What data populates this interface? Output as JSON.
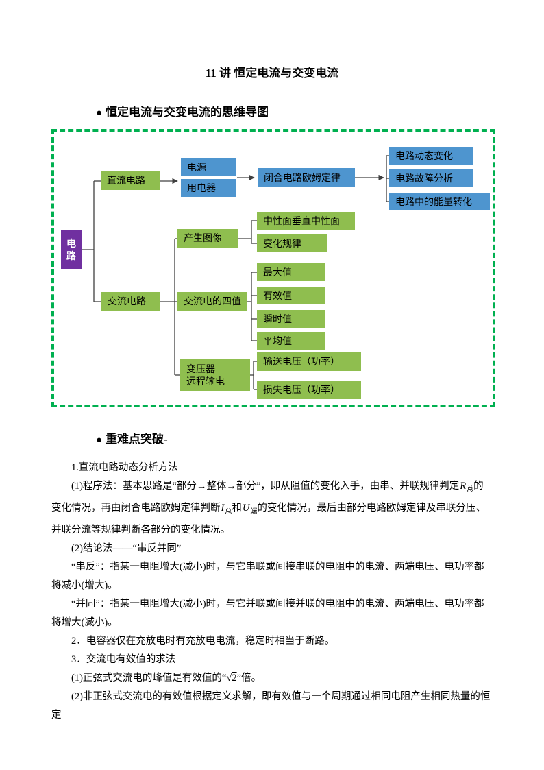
{
  "page": {
    "title": "11 讲 恒定电流与交变电流"
  },
  "mindmap_section": {
    "bullet": "●",
    "heading": "恒定电流与交变电流的思维导图"
  },
  "mindmap": {
    "root": "电\n路",
    "dc_branch": "直流电路",
    "power_source": "电源",
    "appliance": "用电器",
    "closed_circuit_ohm_law": "闭合电路欧姆定律",
    "dynamic_change": "电路动态变化",
    "fault_analysis": "电路故障分析",
    "energy_conversion": "电路中的能量转化",
    "waveform_generation": "产生图像",
    "neutral_plane": "中性面垂直中性面",
    "variation_law": "变化规律",
    "ac_branch": "交流电路",
    "four_values": "交流电的四值",
    "max_value": "最大值",
    "effective_value": "有效值",
    "instant_value": "瞬时值",
    "average_value": "平均值",
    "transformer": "变压器\n远程输电",
    "transmission_voltage": "输送电压（功率）",
    "loss_voltage": "损失电压（功率）"
  },
  "keypoints_section": {
    "bullet": "●",
    "heading": "重难点突破-"
  },
  "keypoints": {
    "paragraphs": [
      {
        "segments": [
          {
            "t": "1.直流电路动态分析方法"
          }
        ]
      },
      {
        "segments": [
          {
            "t": "(1)程序法：基本思路是“部分→整体→部分”，即从阻值的变化入手，由串、并联规律判定"
          },
          {
            "v": "R",
            "sub": "总"
          },
          {
            "t": "的变化情况，再由闭合电路欧姆定律判断"
          },
          {
            "v": "I",
            "sub": "总"
          },
          {
            "t": "和"
          },
          {
            "v": "U",
            "sub": "端"
          },
          {
            "t": "的变化情况，最后由部分电路欧姆定律及串联分压、并联分流等规律判断各部分的变化情况。"
          }
        ]
      },
      {
        "segments": [
          {
            "t": "(2)结论法——“串反并同”"
          }
        ]
      },
      {
        "segments": [
          {
            "t": "“串反”：指某一电阻增大(减小)时，与它串联或间接串联的电阻中的电流、两端电压、电功率都将减小(增大)。"
          }
        ]
      },
      {
        "segments": [
          {
            "t": "“并同”：指某一电阻增大(减小)时，与它并联或间接并联的电阻中的电流、两端电压、电功率都将增大(减小)。"
          }
        ]
      },
      {
        "segments": [
          {
            "t": "2．电容器仅在充放电时有充放电电流，稳定时相当于断路。"
          }
        ]
      },
      {
        "segments": [
          {
            "t": "3．交流电有效值的求法"
          }
        ]
      },
      {
        "segments": [
          {
            "t": "(1)正弦式交流电的峰值是有效值的“"
          },
          {
            "sqrt": "2"
          },
          {
            "t": "”倍。"
          }
        ]
      },
      {
        "segments": [
          {
            "t": "(2)非正弦式交流电的有效值根据定义求解，即有效值与一个周期通过相同电阻产生相同热量的恒定"
          }
        ]
      }
    ]
  },
  "colors": {
    "green_box": "#8FBE4F",
    "blue_box": "#4E95CF",
    "purple_box": "#7030A0",
    "dashed_border": "#00B050",
    "connector": "#404040"
  }
}
